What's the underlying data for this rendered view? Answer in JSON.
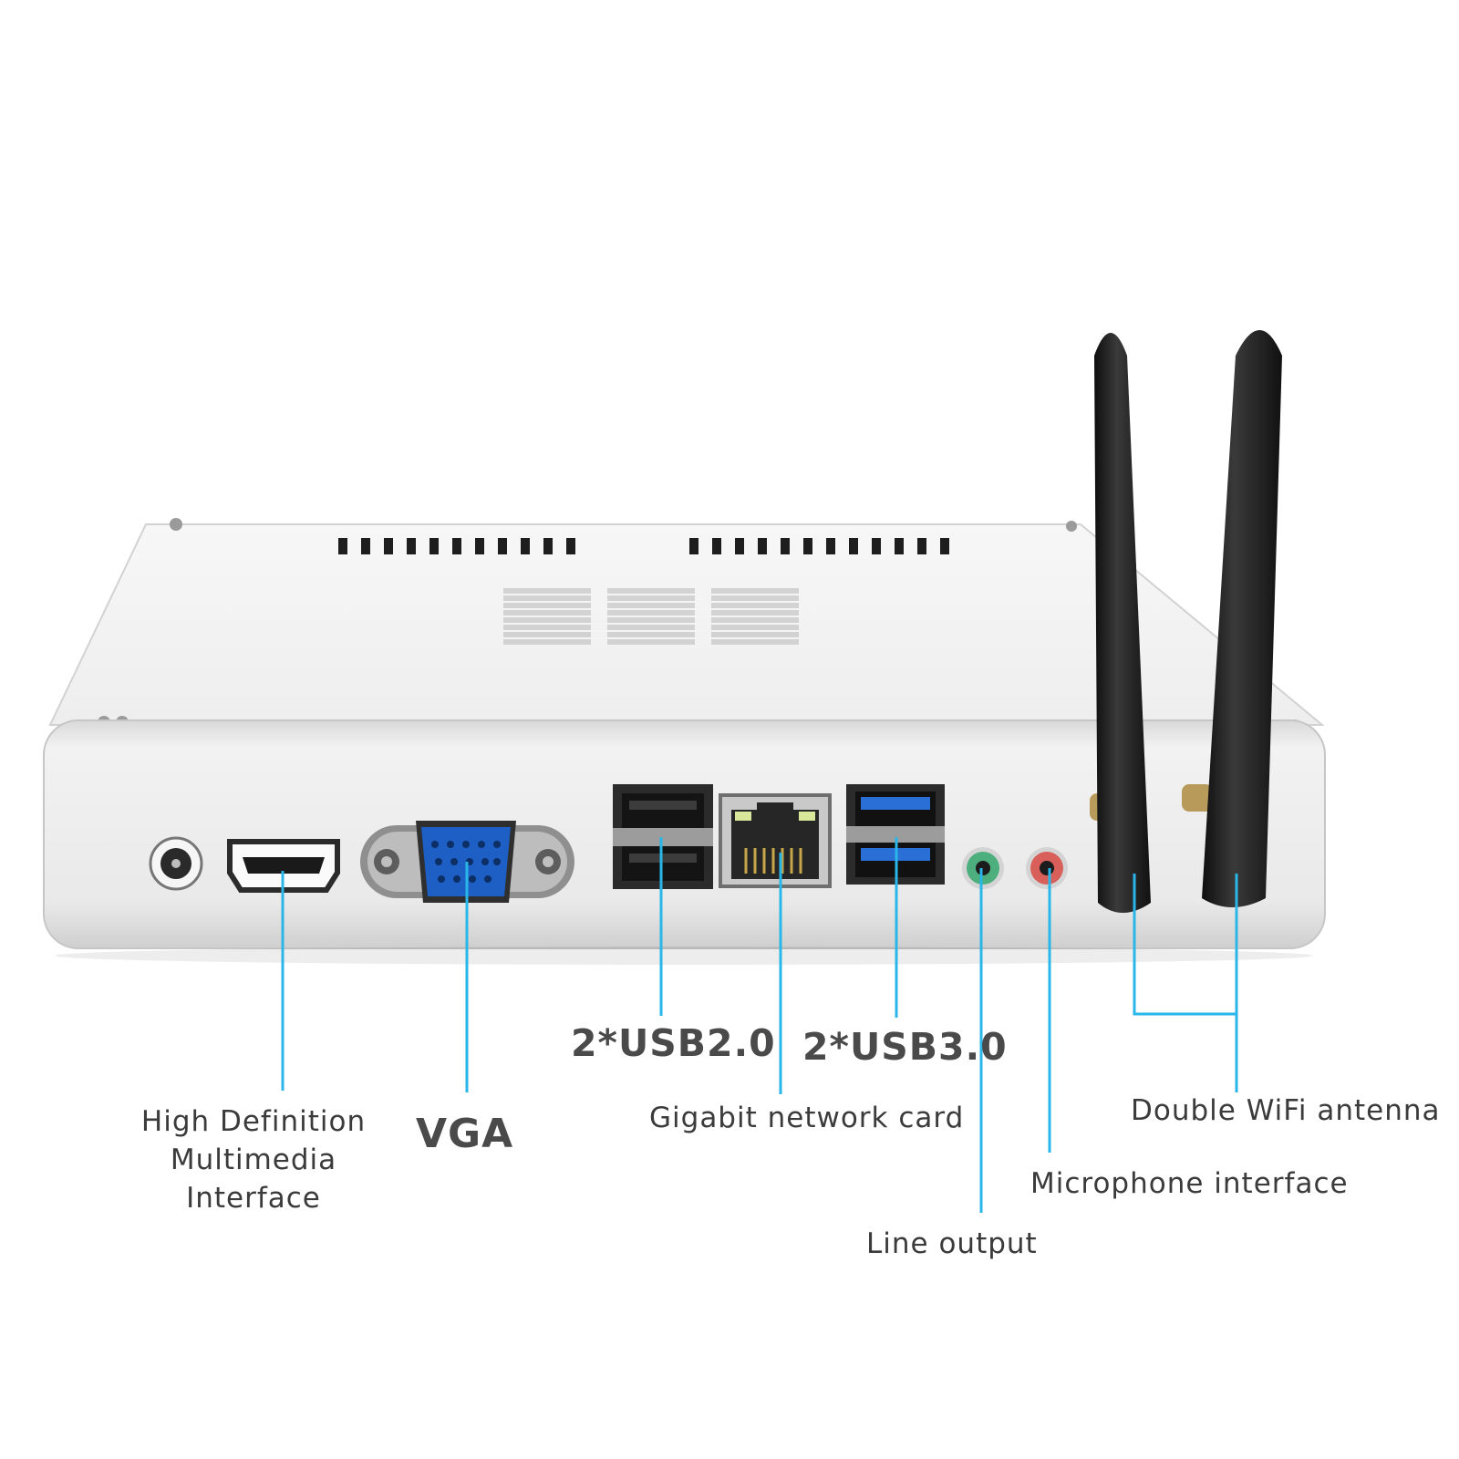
{
  "product": {
    "name": "mini PC rear panel",
    "colors": {
      "chassis": "#e6e6e6",
      "callout_line": "#29b6e8",
      "antenna": "#1f1f1f",
      "vga_port": "#1d5fc4",
      "usb3_port": "#2a6fd6",
      "line_out_jack": "#4caf7d",
      "mic_jack": "#d9605a"
    }
  },
  "callouts": {
    "hdmi": [
      "High Definition",
      "Multimedia",
      "Interface"
    ],
    "vga": "VGA",
    "usb2": "2*USB2.0",
    "usb3": "2*USB3.0",
    "lan": "Gigabit network card",
    "wifi": "Double WiFi antenna",
    "mic": "Microphone interface",
    "line_out": "Line output"
  }
}
